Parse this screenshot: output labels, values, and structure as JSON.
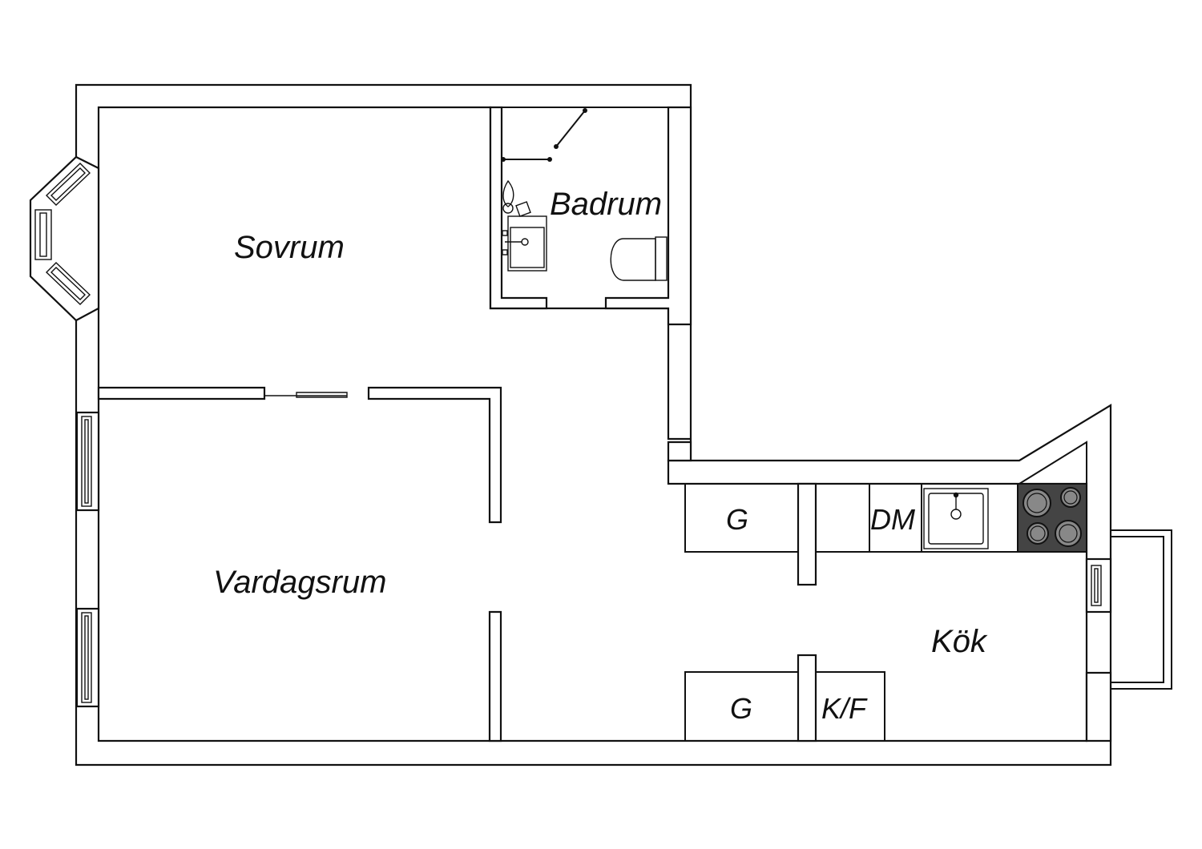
{
  "rooms": {
    "sovrum": "Sovrum",
    "badrum": "Badrum",
    "vardagsrum": "Vardagsrum",
    "kok": "Kök"
  },
  "fixtures": {
    "wardrobe_upper": "G",
    "wardrobe_lower": "G",
    "dishwasher": "DM",
    "fridge_freezer": "K/F"
  },
  "colors": {
    "line": "#111111",
    "background": "#ffffff",
    "stove_top": "#444444",
    "burner": "#888888"
  },
  "icons": [
    "window-icon",
    "toilet-icon",
    "sink-icon",
    "stove-icon",
    "shower-rail-icon",
    "door-gap"
  ]
}
